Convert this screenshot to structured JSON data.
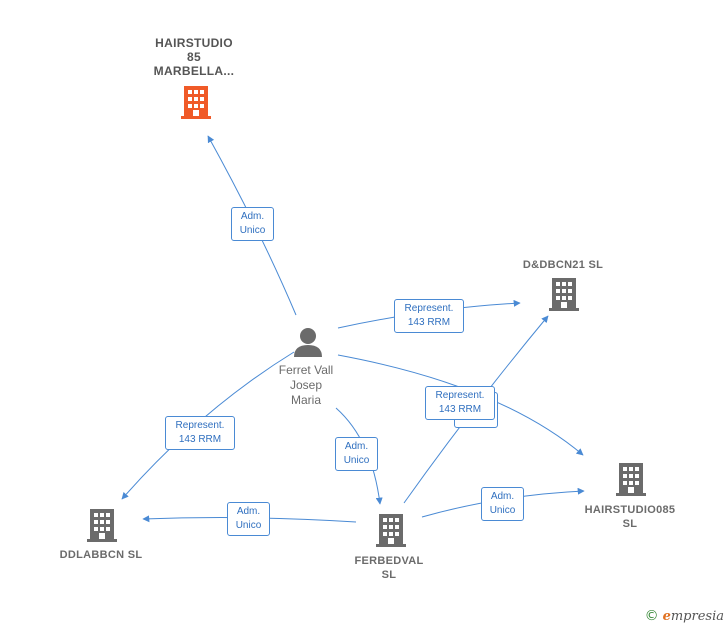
{
  "nodes": {
    "hairstudio85": {
      "lines": [
        "HAIRSTUDIO",
        "85",
        "MARBELLA..."
      ]
    },
    "ddbcn21": {
      "lines": [
        "D&DBCN21  SL"
      ]
    },
    "ferret": {
      "lines": [
        "Ferret Vall",
        "Josep",
        "Maria"
      ]
    },
    "hairstudio085": {
      "lines": [
        "HAIRSTUDIO085",
        "SL"
      ]
    },
    "ddlabbcn": {
      "lines": [
        "DDLABBCN  SL"
      ]
    },
    "ferbedval": {
      "lines": [
        "FERBEDVAL",
        "SL"
      ]
    }
  },
  "edge_labels": {
    "ferret_hairstudio85": [
      "Adm.",
      "Unico"
    ],
    "ferret_ddbcn21": [
      "Represent.",
      "143 RRM"
    ],
    "ferret_ddlabbcn": [
      "Represent.",
      "143 RRM"
    ],
    "ferret_ferbedval": [
      "Adm.",
      "Unico"
    ],
    "ferret_hairstudio085": [
      "Represent.",
      "143 RRM"
    ],
    "ferbedval_ddlabbcn": [
      "Adm.",
      "Unico"
    ],
    "ferbedval_hairstudio085": [
      "Adm.",
      "Unico"
    ]
  },
  "brand": {
    "copyright": "©",
    "e": "e",
    "rest": "mpresia"
  },
  "colors": {
    "edge": "#4a8ad4",
    "company": "#6b6b6b",
    "company_main": "#f05a28",
    "person": "#6b6b6b"
  }
}
